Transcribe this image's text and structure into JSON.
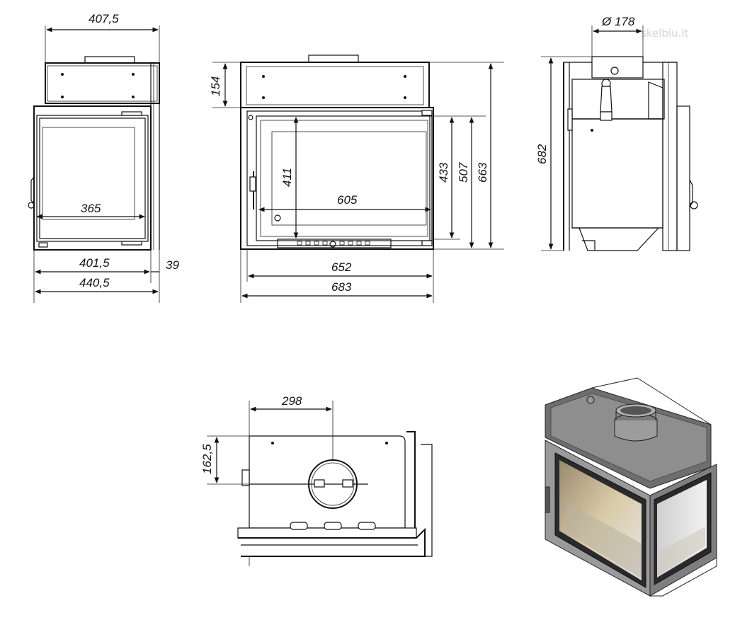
{
  "watermark": "skelbiu.lt",
  "front_view": {
    "width_top": "407,5",
    "glass_width": "365",
    "inner_width": "401,5",
    "outer_width": "440,5",
    "depth_step": "39"
  },
  "side_view": {
    "top_height": "154",
    "glass_height": "411",
    "glass_width": "605",
    "door_height": "433",
    "body_height": "507",
    "total_height": "663",
    "inner_width": "652",
    "outer_width": "683"
  },
  "rear_view": {
    "flue_diameter": "Ø 178",
    "total_height": "682"
  },
  "top_view": {
    "flue_offset_x": "298",
    "flue_offset_y": "162,5"
  },
  "colors": {
    "line": "#111111",
    "steel": "#8a8a8a",
    "glass": "#cfcfcf"
  }
}
